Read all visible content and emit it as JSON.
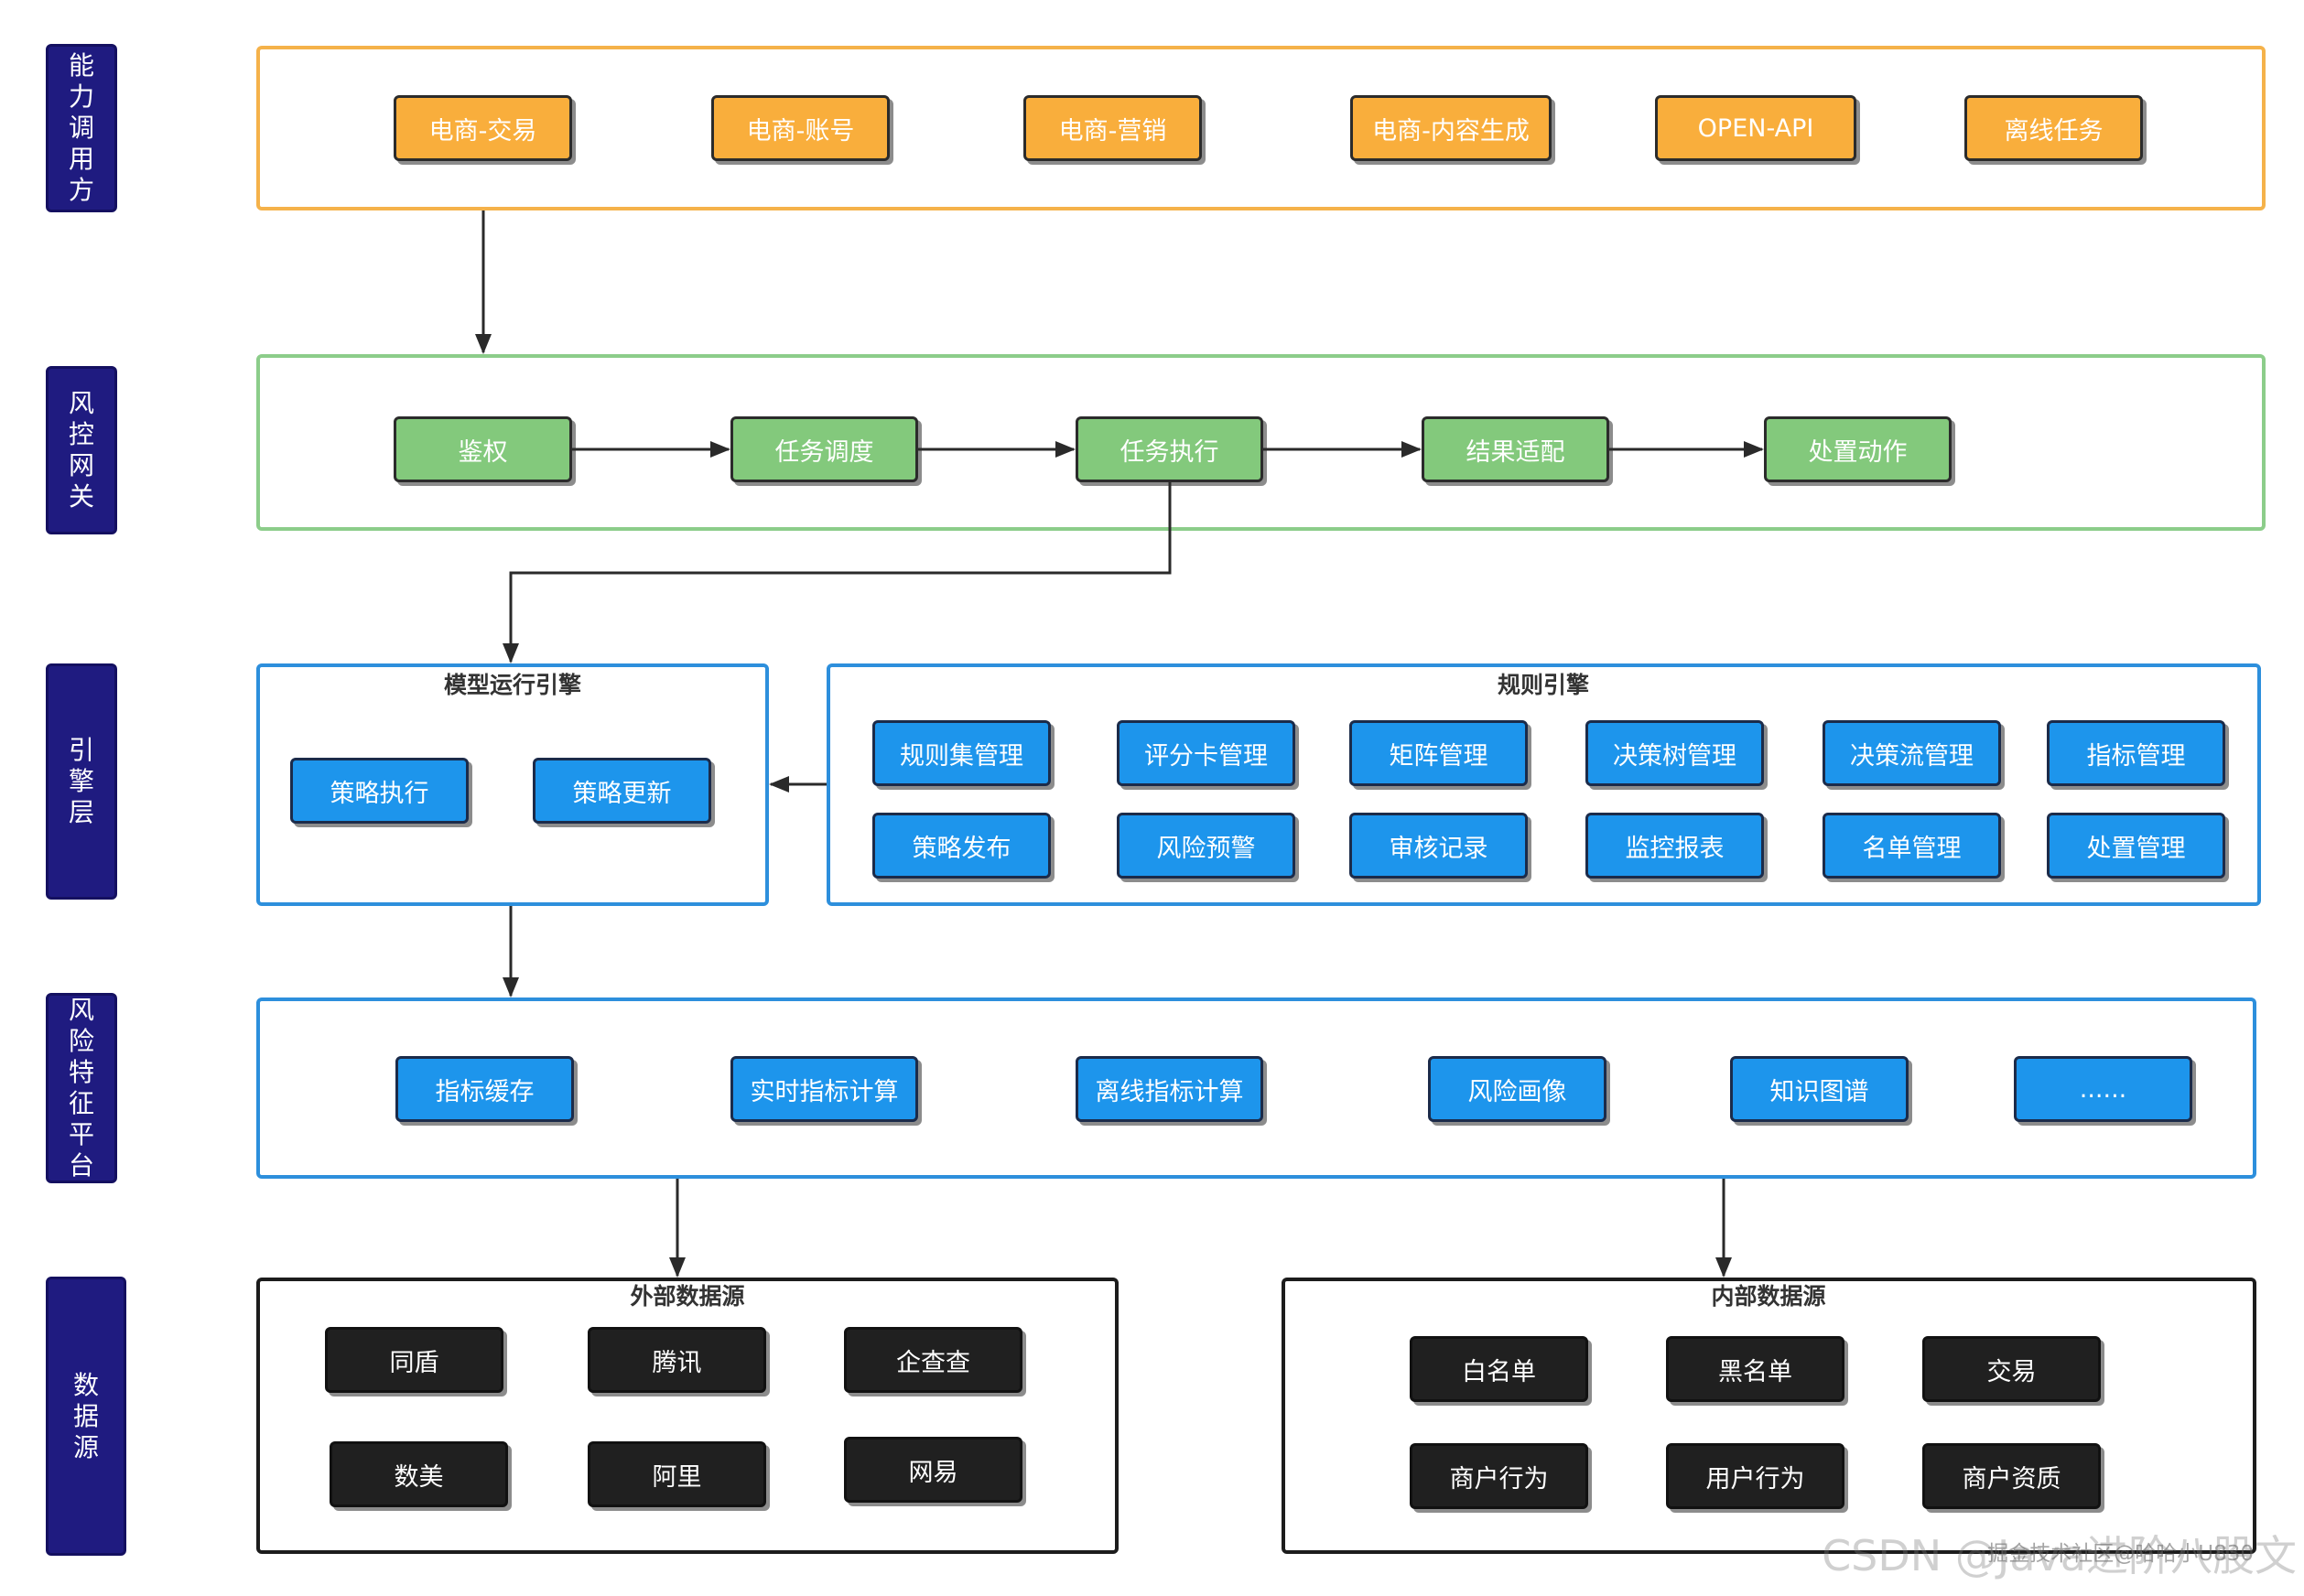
{
  "layers": [
    {
      "name": "layer-caller",
      "label": "能力调用方"
    },
    {
      "name": "layer-gateway",
      "label": "风控网关"
    },
    {
      "name": "layer-engine",
      "label": "引擎层"
    },
    {
      "name": "layer-feature",
      "label": "风险特征平台"
    },
    {
      "name": "layer-data",
      "label": "数据源"
    }
  ],
  "callers": [
    "电商-交易",
    "电商-账号",
    "电商-营销",
    "电商-内容生成",
    "OPEN-API",
    "离线任务"
  ],
  "gateway": [
    "鉴权",
    "任务调度",
    "任务执行",
    "结果适配",
    "处置动作"
  ],
  "model_engine": {
    "title": "模型运行引擎",
    "items": [
      "策略执行",
      "策略更新"
    ]
  },
  "rule_engine": {
    "title": "规则引擎",
    "row1": [
      "规则集管理",
      "评分卡管理",
      "矩阵管理",
      "决策树管理",
      "决策流管理",
      "指标管理"
    ],
    "row2": [
      "策略发布",
      "风险预警",
      "审核记录",
      "监控报表",
      "名单管理",
      "处置管理"
    ]
  },
  "feature_platform": [
    "指标缓存",
    "实时指标计算",
    "离线指标计算",
    "风险画像",
    "知识图谱",
    "......"
  ],
  "external_sources": {
    "title": "外部数据源",
    "items": [
      "同盾",
      "腾讯",
      "企查查",
      "数美",
      "阿里",
      "网易"
    ]
  },
  "internal_sources": {
    "title": "内部数据源",
    "items": [
      "白名单",
      "黑名单",
      "交易",
      "商户行为",
      "用户行为",
      "商户资质"
    ]
  },
  "watermark": {
    "main": "CSDN @Java进阶八股文",
    "small": "掘金技术社区@哈哈小U830"
  },
  "colors": {
    "orange": "#f9ae3c",
    "green": "#83c97c",
    "blue": "#1d95ec",
    "black": "#202020",
    "layer_label": "#1f1b80"
  }
}
